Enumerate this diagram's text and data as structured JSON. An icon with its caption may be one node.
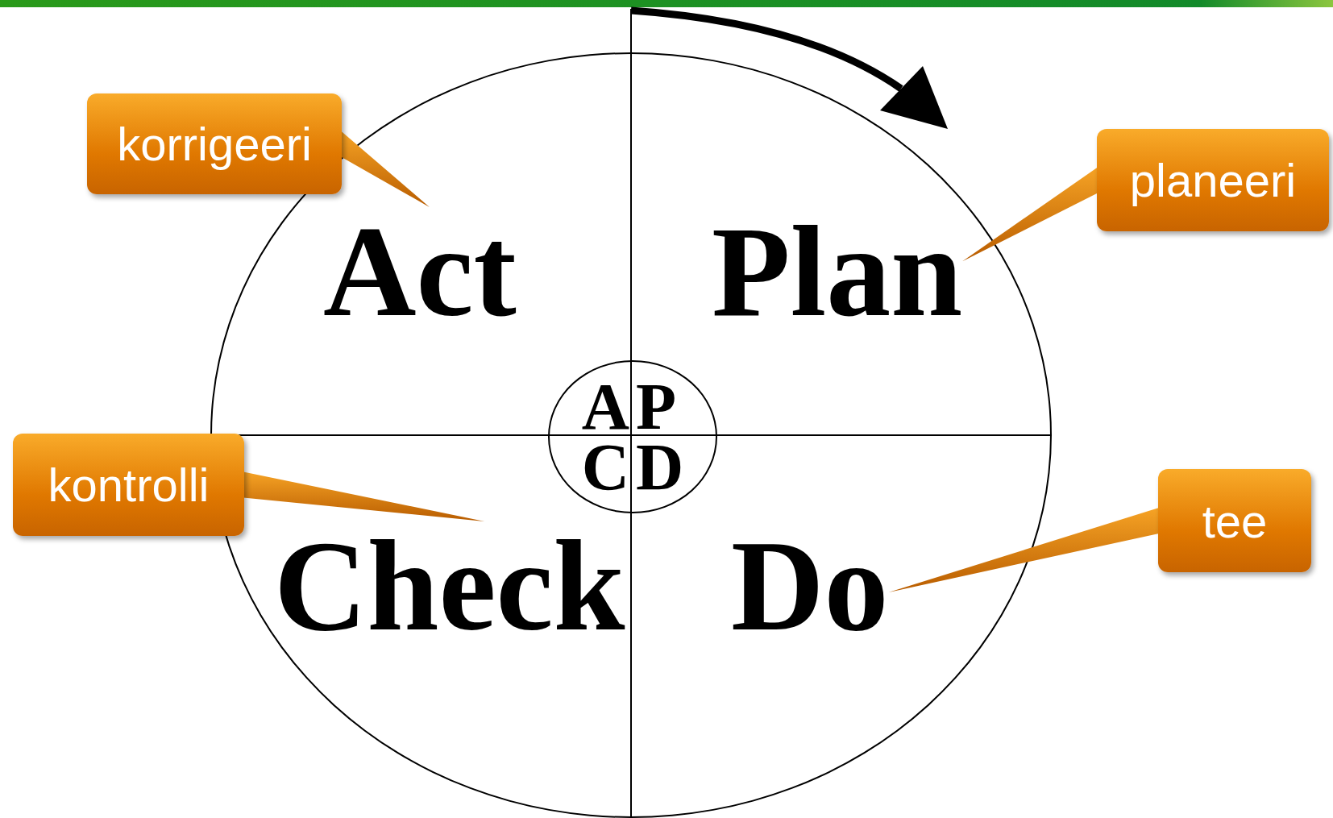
{
  "diagram": {
    "nodes": [
      {
        "text": [],
        "shape": "circle"
      },
      {
        "text": [
          "Act"
        ],
        "in": 0
      },
      {
        "text": [
          "Plan"
        ],
        "in": 0
      },
      {
        "text": [
          "Check"
        ],
        "in": 0
      },
      {
        "text": [
          "Do"
        ],
        "in": 0
      },
      {
        "text": [
          "A",
          "P",
          "C",
          "D"
        ],
        "in": 0
      },
      {
        "text": [
          "korrigeeri"
        ]
      },
      {
        "text": [
          "planeeri"
        ]
      },
      {
        "text": [
          "kontrolli"
        ]
      },
      {
        "text": [
          "tee"
        ]
      }
    ],
    "edges": [
      {
        "from": 6,
        "to": 1,
        "arrow": "none"
      },
      {
        "from": 7,
        "to": 2,
        "arrow": "none"
      },
      {
        "from": 8,
        "to": 3,
        "arrow": "none"
      },
      {
        "from": 9,
        "to": 4,
        "arrow": "none"
      }
    ]
  }
}
